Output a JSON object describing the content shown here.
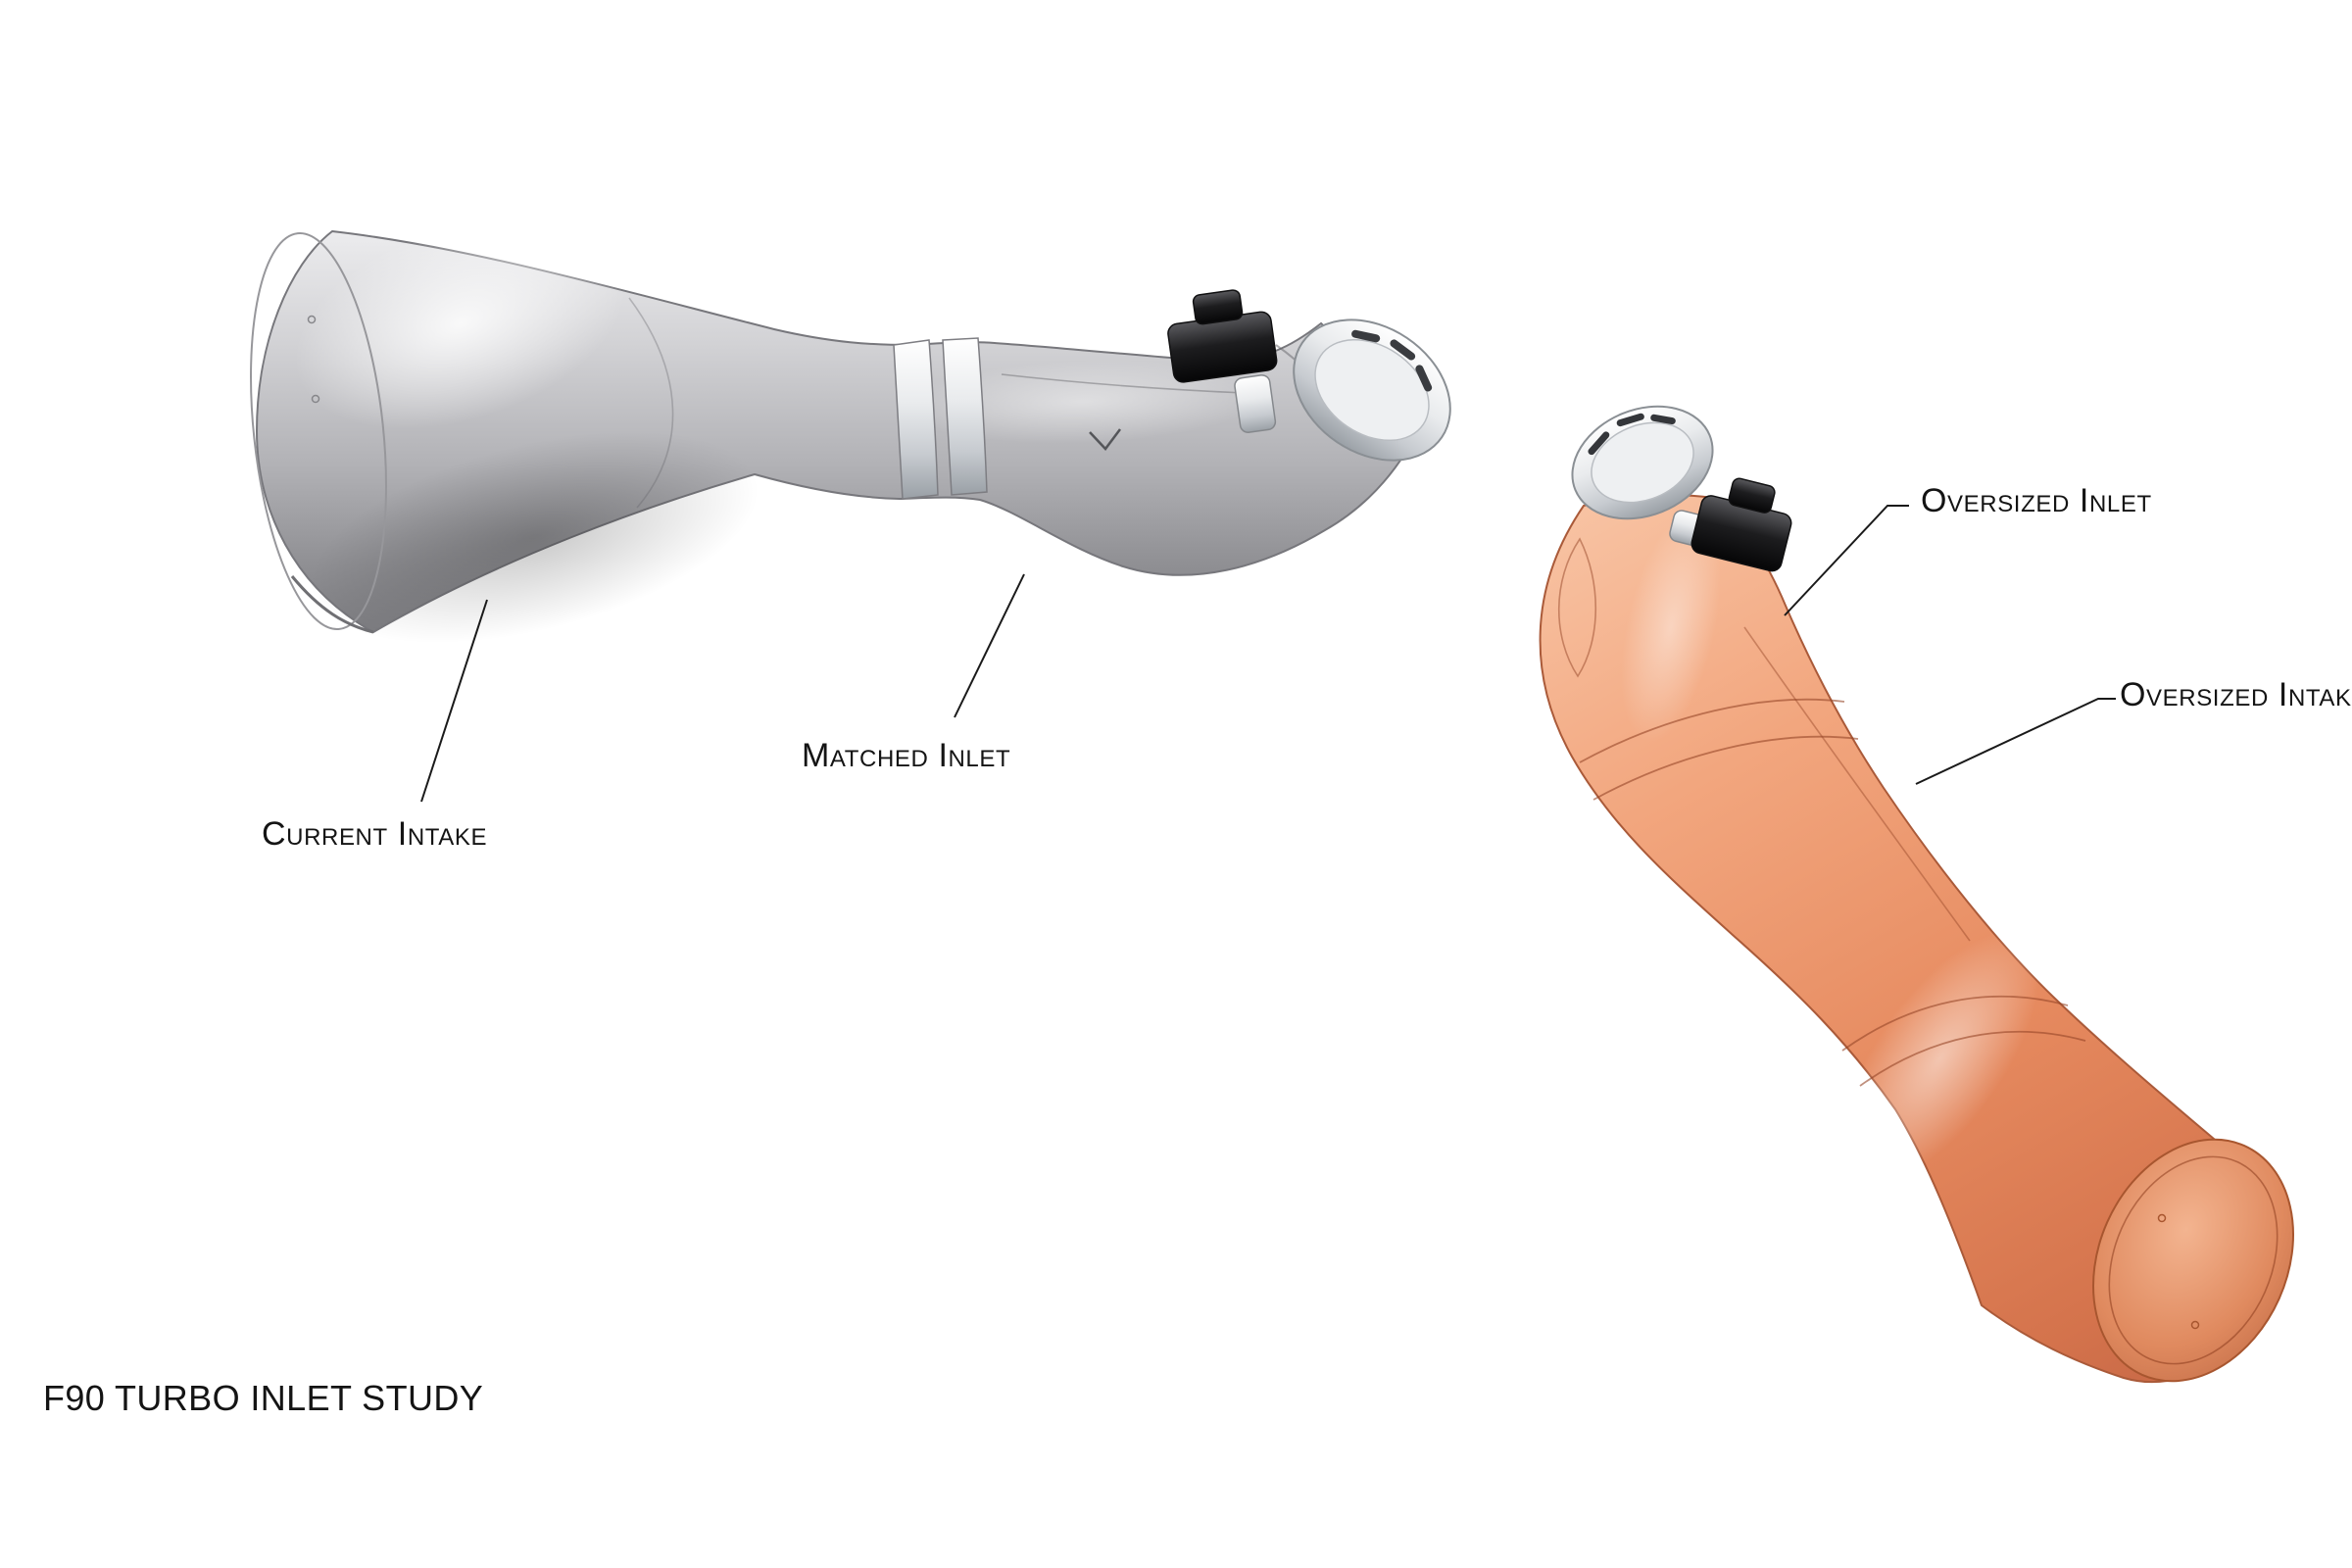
{
  "title": "F90 TURBO INLET STUDY",
  "callouts": {
    "current_intake": {
      "label": "Current Intake"
    },
    "matched_inlet": {
      "label": "Matched Inlet"
    },
    "oversized_inlet": {
      "label": "Oversized Inlet"
    },
    "oversized_intake": {
      "label": "Oversized Intake"
    }
  },
  "colors": {
    "background": "#ffffff",
    "current_intake_body": "#b7b7ba",
    "oversized_intake_body": "#e89069",
    "annotation_line": "#1a1a1a"
  }
}
